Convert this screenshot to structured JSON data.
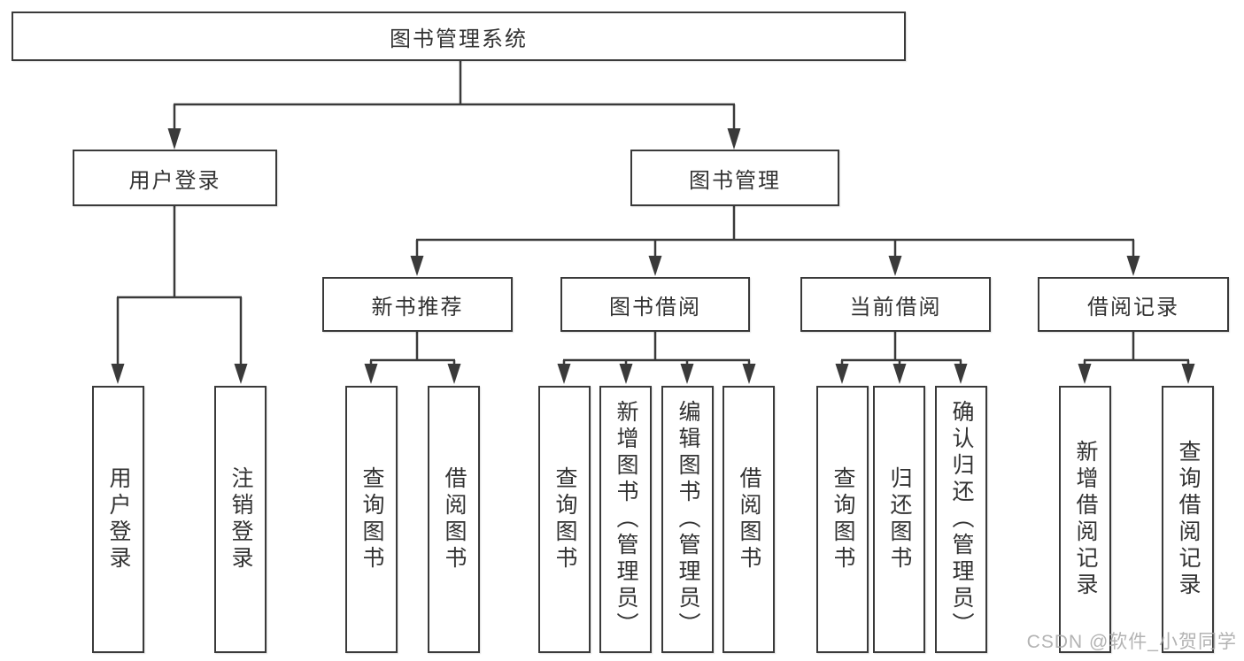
{
  "diagram": {
    "title_node": "图书管理系统",
    "root": {
      "label": "图书管理系统"
    },
    "level1": [
      {
        "label": "用户登录"
      },
      {
        "label": "图书管理"
      }
    ],
    "level2": [
      {
        "label": "新书推荐"
      },
      {
        "label": "图书借阅"
      },
      {
        "label": "当前借阅"
      },
      {
        "label": "借阅记录"
      }
    ],
    "level3": [
      {
        "label": "用户登录"
      },
      {
        "label": "注销登录"
      },
      {
        "label": "查询图书"
      },
      {
        "label": "借阅图书"
      },
      {
        "label": "查询图书"
      },
      {
        "label": "新增图书（管理员）"
      },
      {
        "label": "编辑图书（管理员）"
      },
      {
        "label": "借阅图书"
      },
      {
        "label": "查询图书"
      },
      {
        "label": "归还图书"
      },
      {
        "label": "确认归还（管理员）"
      },
      {
        "label": "新增借阅记录"
      },
      {
        "label": "查询借阅记录"
      }
    ]
  },
  "watermark": {
    "text": "CSDN @软件_小贺同学"
  },
  "colors": {
    "line": "#3a3a3a",
    "box_border": "#3a3a3a",
    "box_background": "#ffffff",
    "text": "#333333",
    "watermark": "#ababab",
    "background": "#ffffff"
  }
}
